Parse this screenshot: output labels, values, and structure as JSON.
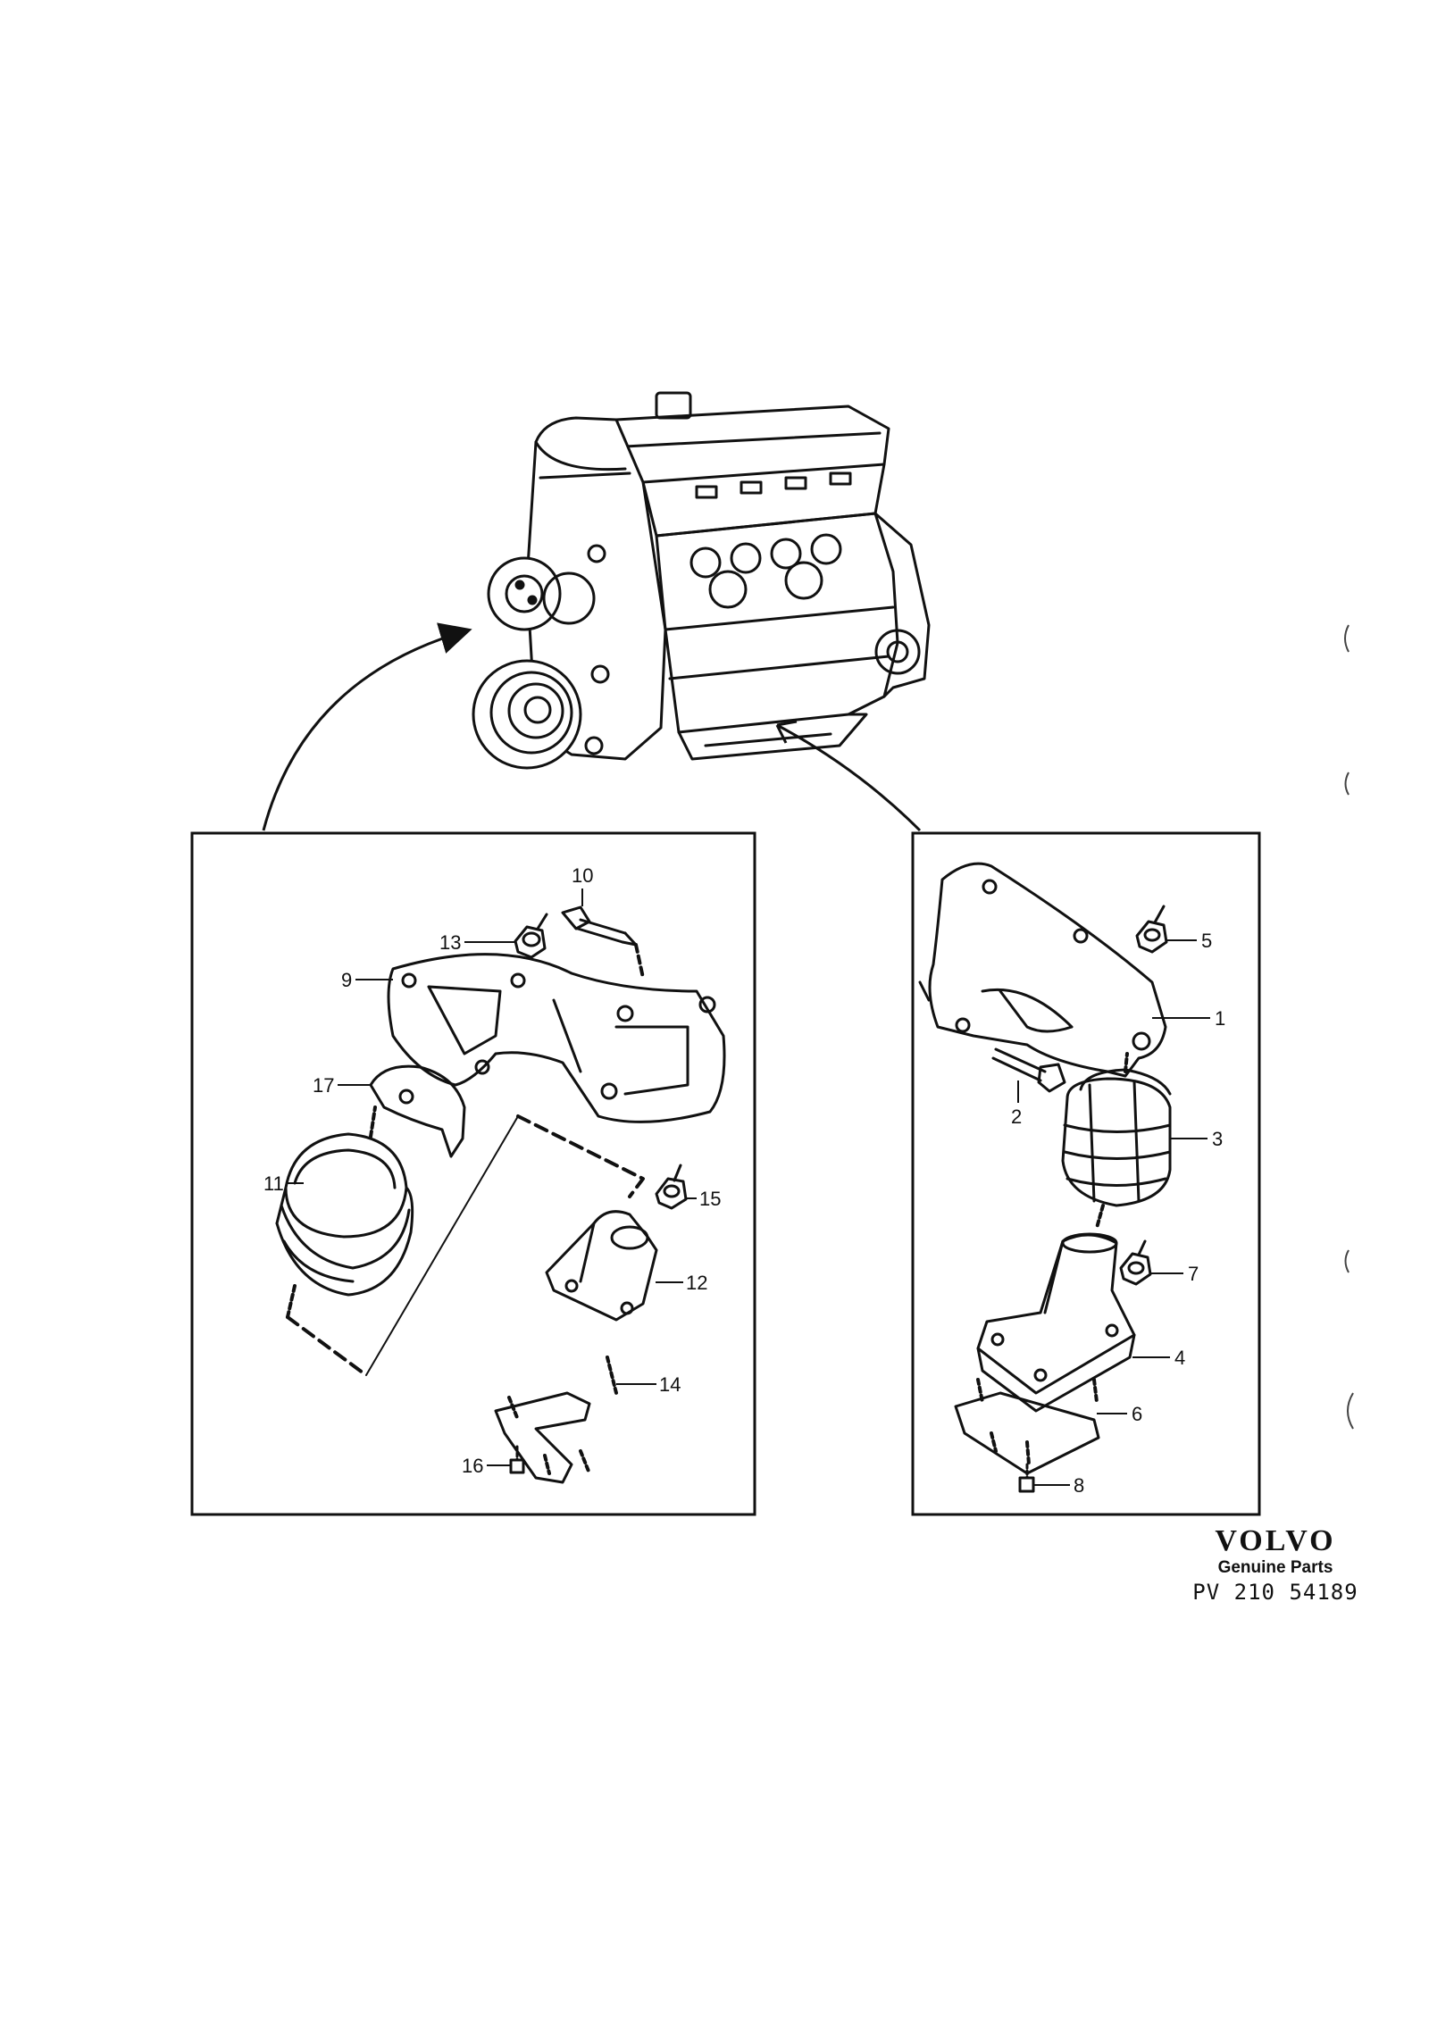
{
  "callouts": {
    "c1": "1",
    "c2": "2",
    "c3": "3",
    "c4": "4",
    "c5": "5",
    "c6": "6",
    "c7": "7",
    "c8": "8",
    "c9": "9",
    "c10": "10",
    "c11": "11",
    "c12": "12",
    "c13": "13",
    "c14": "14",
    "c15": "15",
    "c16": "16",
    "c17": "17"
  },
  "footer": {
    "brand": "VOLVO",
    "tagline": "Genuine Parts",
    "ref": "PV 210  54189"
  }
}
